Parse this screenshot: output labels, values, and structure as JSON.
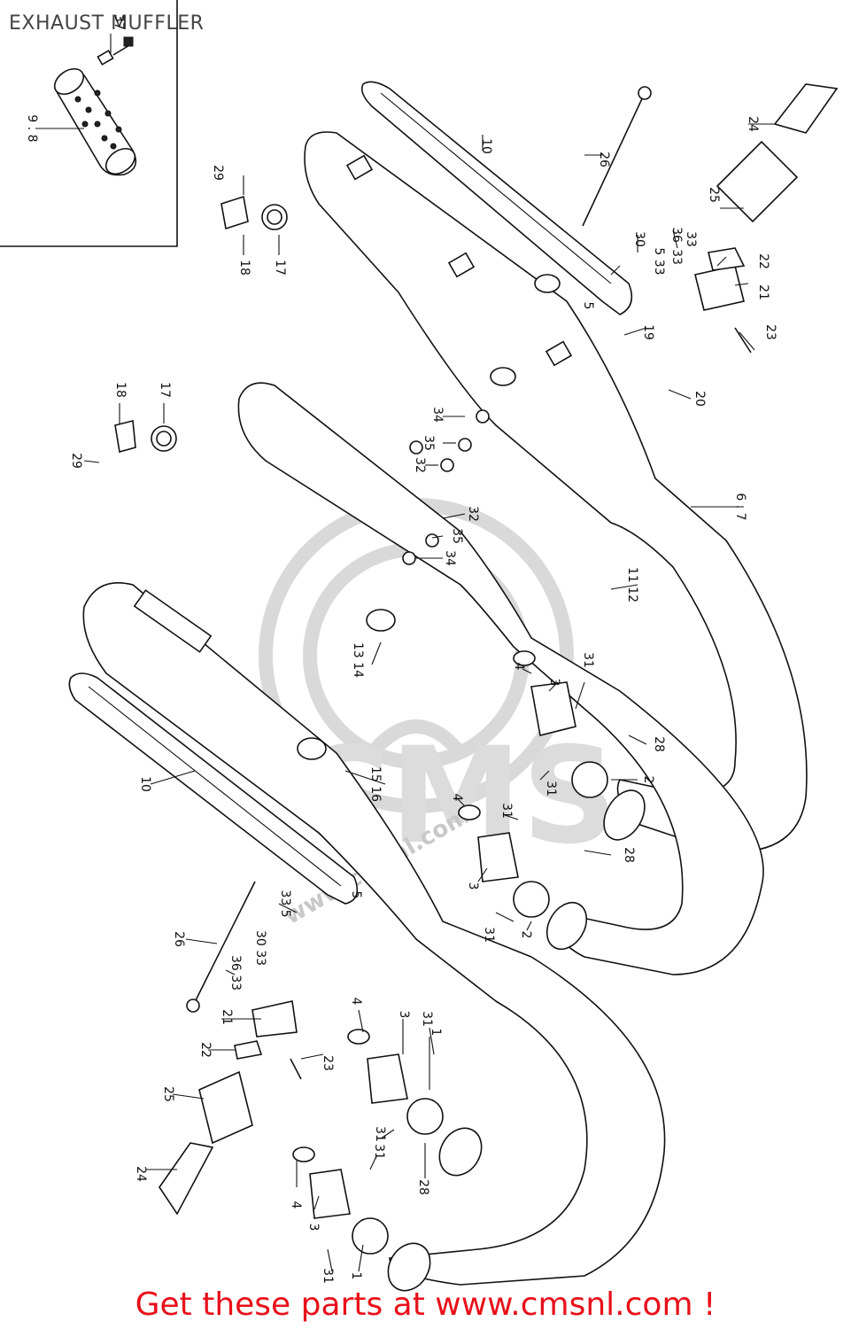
{
  "title": "EXHAUST MUFFLER",
  "footer": "Get these parts at www.cmsnl.com !",
  "watermark": {
    "brand": "CMS",
    "url": "www.cmsnl.com"
  },
  "colors": {
    "footer_text": "#e8101a",
    "line_art": "#111111",
    "watermark": "#d9d9d9"
  },
  "callouts": [
    {
      "id": "c37",
      "text": "37"
    },
    {
      "id": "c9_8",
      "text": "9 . 8"
    },
    {
      "id": "c29a",
      "text": "29"
    },
    {
      "id": "c18a",
      "text": "18"
    },
    {
      "id": "c17a",
      "text": "17"
    },
    {
      "id": "c10a",
      "text": "10"
    },
    {
      "id": "c26a",
      "text": "26"
    },
    {
      "id": "c24a",
      "text": "24"
    },
    {
      "id": "c25a",
      "text": "25"
    },
    {
      "id": "c30a",
      "text": "30"
    },
    {
      "id": "c36a",
      "text": "36"
    },
    {
      "id": "c33a",
      "text": "33"
    },
    {
      "id": "c5_33",
      "text": "5 33"
    },
    {
      "id": "c33b",
      "text": "33"
    },
    {
      "id": "c22a",
      "text": "22"
    },
    {
      "id": "c5a",
      "text": "5"
    },
    {
      "id": "c19",
      "text": "19"
    },
    {
      "id": "c21a",
      "text": "21"
    },
    {
      "id": "c23a",
      "text": "23"
    },
    {
      "id": "c20",
      "text": "20"
    },
    {
      "id": "c18b",
      "text": "18"
    },
    {
      "id": "c17b",
      "text": "17"
    },
    {
      "id": "c29b",
      "text": "29"
    },
    {
      "id": "c34a",
      "text": "34"
    },
    {
      "id": "c35a",
      "text": "35"
    },
    {
      "id": "c32a",
      "text": "32"
    },
    {
      "id": "c32b",
      "text": "32"
    },
    {
      "id": "c35b",
      "text": "35"
    },
    {
      "id": "c34b",
      "text": "34"
    },
    {
      "id": "c6_7",
      "text": "6 . 7"
    },
    {
      "id": "c11_12",
      "text": "11 12"
    },
    {
      "id": "c13_14",
      "text": "13 14"
    },
    {
      "id": "c4a",
      "text": "4"
    },
    {
      "id": "c3a",
      "text": "3"
    },
    {
      "id": "c31a",
      "text": "31"
    },
    {
      "id": "c28a",
      "text": "28"
    },
    {
      "id": "c31b",
      "text": "31"
    },
    {
      "id": "c2a",
      "text": "2"
    },
    {
      "id": "c10b",
      "text": "10"
    },
    {
      "id": "c15_16",
      "text": "15 16"
    },
    {
      "id": "c4b",
      "text": "4"
    },
    {
      "id": "c31c",
      "text": "31"
    },
    {
      "id": "c28b",
      "text": "28"
    },
    {
      "id": "c3b",
      "text": "3"
    },
    {
      "id": "c31d",
      "text": "31"
    },
    {
      "id": "c2b",
      "text": "2"
    },
    {
      "id": "c5b",
      "text": "5"
    },
    {
      "id": "c5_33b",
      "text": "33 5"
    },
    {
      "id": "c26b",
      "text": "26"
    },
    {
      "id": "c30_33",
      "text": "30 33"
    },
    {
      "id": "c36_33",
      "text": "36 33"
    },
    {
      "id": "c21b",
      "text": "21"
    },
    {
      "id": "c22b",
      "text": "22"
    },
    {
      "id": "c23b",
      "text": "23"
    },
    {
      "id": "c4c",
      "text": "4"
    },
    {
      "id": "c3c",
      "text": "3"
    },
    {
      "id": "c31e",
      "text": "31"
    },
    {
      "id": "c1a",
      "text": "1"
    },
    {
      "id": "c25b",
      "text": "25"
    },
    {
      "id": "c31f",
      "text": "31"
    },
    {
      "id": "c31g",
      "text": "31"
    },
    {
      "id": "c28c",
      "text": "28"
    },
    {
      "id": "c24b",
      "text": "24"
    },
    {
      "id": "c4d",
      "text": "4"
    },
    {
      "id": "c3d",
      "text": "3"
    },
    {
      "id": "c31h",
      "text": "31"
    },
    {
      "id": "c1b",
      "text": "1"
    }
  ]
}
